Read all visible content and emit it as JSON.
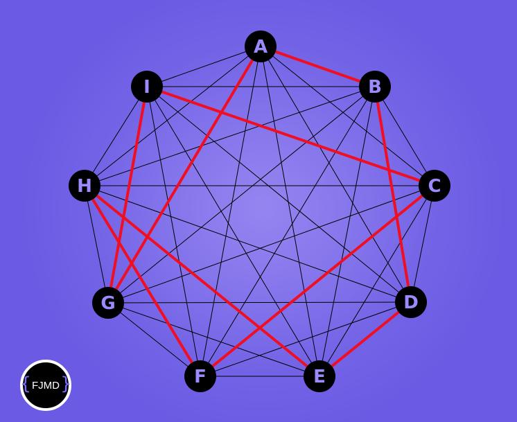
{
  "colors": {
    "background": "#7263e6",
    "node_fill": "#000000",
    "node_label": "#9a8cff",
    "edge_default": "#000000",
    "edge_highlight": "#f00f22",
    "logo_brace": "#7b6cff"
  },
  "graph": {
    "nodes": [
      {
        "id": "A",
        "label": "A"
      },
      {
        "id": "B",
        "label": "B"
      },
      {
        "id": "C",
        "label": "C"
      },
      {
        "id": "D",
        "label": "D"
      },
      {
        "id": "E",
        "label": "E"
      },
      {
        "id": "F",
        "label": "F"
      },
      {
        "id": "G",
        "label": "G"
      },
      {
        "id": "H",
        "label": "H"
      },
      {
        "id": "I",
        "label": "I"
      }
    ],
    "edges": [
      {
        "from": "A",
        "to": "B",
        "highlighted": true
      },
      {
        "from": "A",
        "to": "C",
        "highlighted": false
      },
      {
        "from": "A",
        "to": "D",
        "highlighted": false
      },
      {
        "from": "A",
        "to": "E",
        "highlighted": false
      },
      {
        "from": "A",
        "to": "F",
        "highlighted": false
      },
      {
        "from": "A",
        "to": "G",
        "highlighted": true
      },
      {
        "from": "A",
        "to": "H",
        "highlighted": false
      },
      {
        "from": "A",
        "to": "I",
        "highlighted": false
      },
      {
        "from": "B",
        "to": "C",
        "highlighted": false
      },
      {
        "from": "B",
        "to": "D",
        "highlighted": true
      },
      {
        "from": "B",
        "to": "E",
        "highlighted": false
      },
      {
        "from": "B",
        "to": "F",
        "highlighted": false
      },
      {
        "from": "B",
        "to": "G",
        "highlighted": false
      },
      {
        "from": "B",
        "to": "H",
        "highlighted": false
      },
      {
        "from": "B",
        "to": "I",
        "highlighted": false
      },
      {
        "from": "C",
        "to": "D",
        "highlighted": false
      },
      {
        "from": "C",
        "to": "E",
        "highlighted": false
      },
      {
        "from": "C",
        "to": "F",
        "highlighted": true
      },
      {
        "from": "C",
        "to": "G",
        "highlighted": false
      },
      {
        "from": "C",
        "to": "H",
        "highlighted": false
      },
      {
        "from": "C",
        "to": "I",
        "highlighted": true
      },
      {
        "from": "D",
        "to": "E",
        "highlighted": true
      },
      {
        "from": "D",
        "to": "F",
        "highlighted": false
      },
      {
        "from": "D",
        "to": "G",
        "highlighted": false
      },
      {
        "from": "D",
        "to": "H",
        "highlighted": false
      },
      {
        "from": "D",
        "to": "I",
        "highlighted": false
      },
      {
        "from": "E",
        "to": "F",
        "highlighted": false
      },
      {
        "from": "E",
        "to": "G",
        "highlighted": false
      },
      {
        "from": "E",
        "to": "H",
        "highlighted": true
      },
      {
        "from": "E",
        "to": "I",
        "highlighted": false
      },
      {
        "from": "F",
        "to": "G",
        "highlighted": false
      },
      {
        "from": "F",
        "to": "H",
        "highlighted": true
      },
      {
        "from": "F",
        "to": "I",
        "highlighted": false
      },
      {
        "from": "G",
        "to": "H",
        "highlighted": false
      },
      {
        "from": "G",
        "to": "I",
        "highlighted": true
      },
      {
        "from": "H",
        "to": "I",
        "highlighted": false
      }
    ]
  },
  "logo": {
    "text": "FJMD",
    "brace_left": "{",
    "brace_right": "}"
  }
}
